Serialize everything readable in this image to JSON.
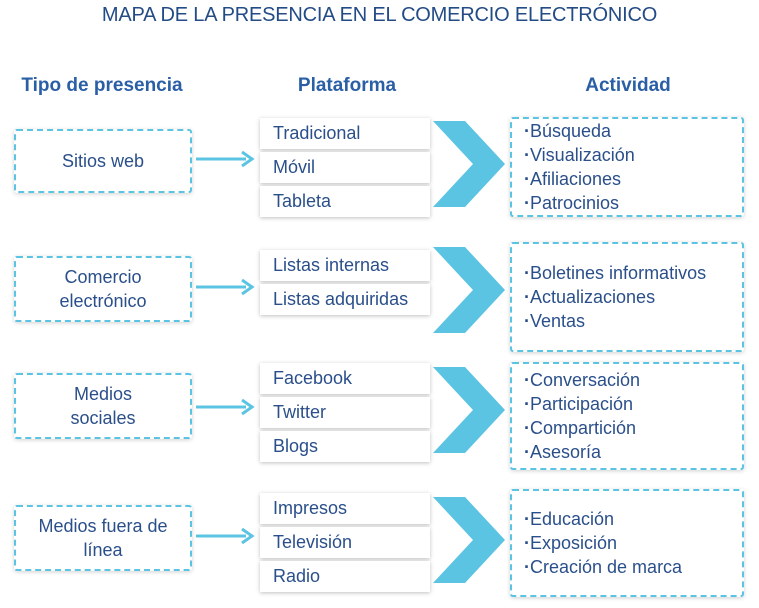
{
  "title": "MAPA DE LA PRESENCIA EN EL COMERCIO ELECTRÓNICO",
  "headers": {
    "tipo": "Tipo de presencia",
    "plataforma": "Plataforma",
    "actividad": "Actividad"
  },
  "colors": {
    "accent": "#5cc4e3",
    "text": "#2a4f8a",
    "header": "#2a5fa6"
  },
  "rows": [
    {
      "tipo": "Sitios web",
      "plataformas": [
        "Tradicional",
        "Móvil",
        "Tableta"
      ],
      "actividades": [
        "Búsqueda",
        "Visualización",
        "Afiliaciones",
        "Patrocinios"
      ]
    },
    {
      "tipo": "Comercio electrónico",
      "plataformas": [
        "Listas internas",
        "Listas adquiridas"
      ],
      "actividades": [
        "Boletines informativos",
        "Actualizaciones",
        "Ventas"
      ]
    },
    {
      "tipo": "Medios sociales",
      "plataformas": [
        "Facebook",
        "Twitter",
        "Blogs"
      ],
      "actividades": [
        "Conversación",
        "Participación",
        "Compartición",
        "Asesoría"
      ]
    },
    {
      "tipo": "Medios fuera de línea",
      "plataformas": [
        "Impresos",
        "Televisión",
        "Radio"
      ],
      "actividades": [
        "Educación",
        "Exposición",
        "Creación de marca"
      ]
    }
  ]
}
